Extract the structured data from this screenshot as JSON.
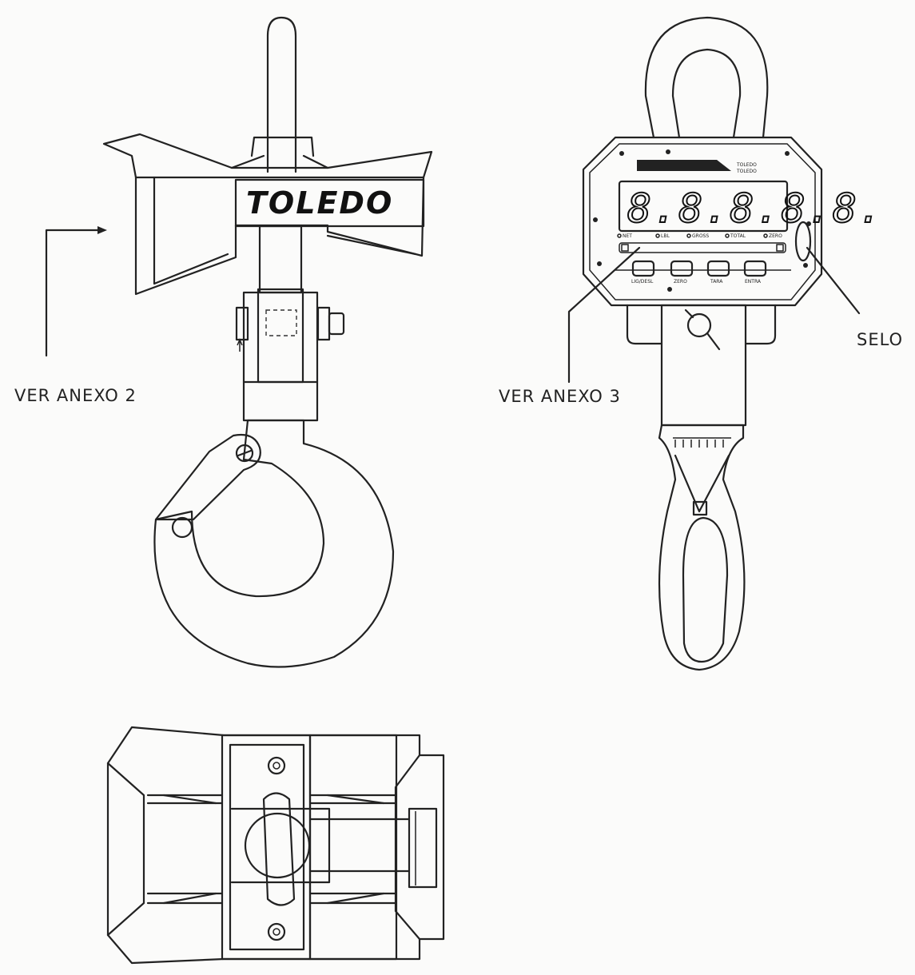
{
  "labels": {
    "annex2": "VER ANEXO 2",
    "annex3": "VER ANEXO 3",
    "seal": "SELO"
  },
  "brand": "TOLEDO",
  "display": {
    "digits": "8.8.8.8.8.",
    "indicators": [
      "NET",
      "LBL",
      "GROSS",
      "TOTAL",
      "ZERO"
    ],
    "keys": [
      "LIG/DESL",
      "ZERO",
      "TARA",
      "ENTRA"
    ]
  },
  "colors": {
    "ink": "#222222",
    "paper": "#fbfbfa"
  }
}
